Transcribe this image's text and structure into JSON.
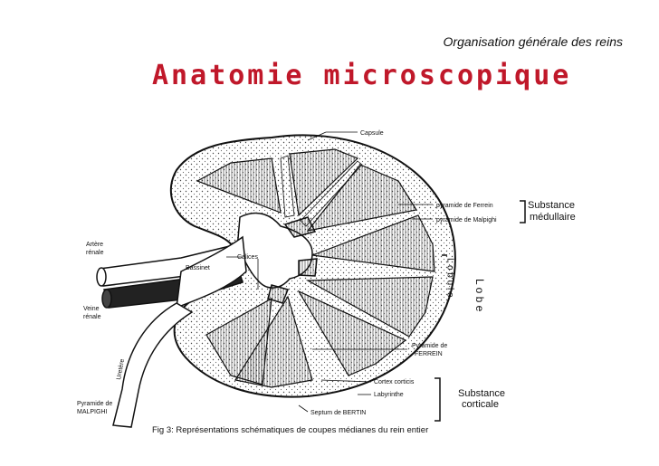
{
  "header": {
    "subtitle": "Organisation générale des reins",
    "title": "Anatomie microscopique"
  },
  "figure": {
    "labels": {
      "capsule": "Capsule",
      "pyramide_ferrein": "pyramide de Ferrein",
      "pyramide_malpighi": "pyramide de Malpighi",
      "substance_medullaire_1": "Substance",
      "substance_medullaire_2": "médullaire",
      "artere_1": "Artère",
      "artere_2": "rénale",
      "veine_1": "Veine",
      "veine_2": "rénale",
      "bassinet": "Bassinet",
      "calices": "Calices",
      "uretere": "Uretère",
      "lobule": "L o b u l e",
      "lobe": "L o b e",
      "pyr_ferrein_bottom_1": "Pyramide de",
      "pyr_ferrein_bottom_2": "FERREIN",
      "cortex": "Cortex corticis",
      "labyrinthe": "Labyrinthe",
      "substance_corticale_1": "Substance",
      "substance_corticale_2": "corticale",
      "pyr_malpighi_bottom_1": "Pyramide de",
      "pyr_malpighi_bottom_2": "MALPIGHI",
      "septum": "Septum de BERTIN"
    },
    "caption": "Fig 3: Représentations schématiques de coupes médianes du rein entier"
  }
}
